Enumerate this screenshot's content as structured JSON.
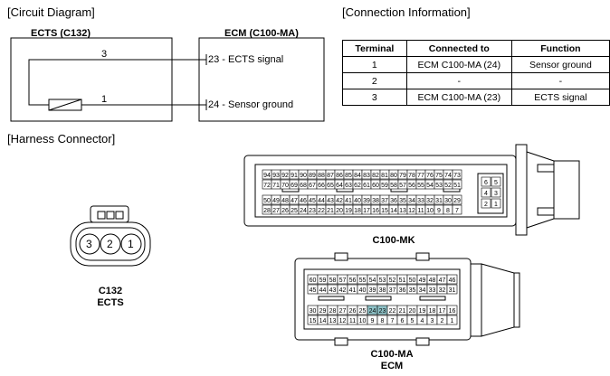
{
  "headings": {
    "circuit": "[Circuit Diagram]",
    "connection": "[Connection Information]",
    "harness": "[Harness Connector]"
  },
  "circuit": {
    "ects_title": "ECTS (C132)",
    "ecm_title": "ECM (C100-MA)",
    "pin3": "3",
    "pin1": "1",
    "ecm_pin23": "23 - ECTS signal",
    "ecm_pin24": "24 - Sensor ground"
  },
  "connection_table": {
    "headers": [
      "Terminal",
      "Connected to",
      "Function"
    ],
    "rows": [
      [
        "1",
        "ECM C100-MA (24)",
        "Sensor ground"
      ],
      [
        "2",
        "-",
        "-"
      ],
      [
        "3",
        "ECM C100-MA (23)",
        "ECTS signal"
      ]
    ]
  },
  "connectors": {
    "c132_pins": [
      "3",
      "2",
      "1"
    ],
    "c132_label": "C132",
    "c132_sub": "ECTS",
    "mk_label": "C100-MK",
    "mk_row1": [
      "94",
      "93",
      "92",
      "91",
      "90",
      "89",
      "88",
      "87",
      "86",
      "85",
      "84",
      "83",
      "82",
      "81",
      "80",
      "79",
      "78",
      "77",
      "76",
      "75",
      "74",
      "73"
    ],
    "mk_row2": [
      "72",
      "71",
      "70",
      "69",
      "68",
      "67",
      "66",
      "65",
      "64",
      "63",
      "62",
      "61",
      "60",
      "59",
      "58",
      "57",
      "56",
      "55",
      "54",
      "53",
      "52",
      "51"
    ],
    "mk_row3": [
      "50",
      "49",
      "48",
      "47",
      "46",
      "45",
      "44",
      "43",
      "42",
      "41",
      "40",
      "39",
      "38",
      "37",
      "36",
      "35",
      "34",
      "33",
      "32",
      "31",
      "30",
      "29"
    ],
    "mk_row4": [
      "28",
      "27",
      "26",
      "25",
      "24",
      "23",
      "22",
      "21",
      "20",
      "19",
      "18",
      "17",
      "16",
      "15",
      "14",
      "13",
      "12",
      "11",
      "10",
      "9",
      "8",
      "7"
    ],
    "mk_side": [
      "6",
      "5",
      "4",
      "3",
      "2",
      "1"
    ],
    "ma_label": "C100-MA",
    "ma_sub": "ECM",
    "ma_row1": [
      "60",
      "59",
      "58",
      "57",
      "56",
      "55",
      "54",
      "53",
      "52",
      "51",
      "50",
      "49",
      "48",
      "47",
      "46"
    ],
    "ma_row2": [
      "45",
      "44",
      "43",
      "42",
      "41",
      "40",
      "39",
      "38",
      "37",
      "36",
      "35",
      "34",
      "33",
      "32",
      "31"
    ],
    "ma_row3": [
      "30",
      "29",
      "28",
      "27",
      "26",
      "25",
      "24",
      "23",
      "22",
      "21",
      "20",
      "19",
      "18",
      "17",
      "16"
    ],
    "ma_row4": [
      "15",
      "14",
      "13",
      "12",
      "11",
      "10",
      "9",
      "8",
      "7",
      "6",
      "5",
      "4",
      "3",
      "2",
      "1"
    ],
    "highlight_color": "#8fc3c8"
  }
}
